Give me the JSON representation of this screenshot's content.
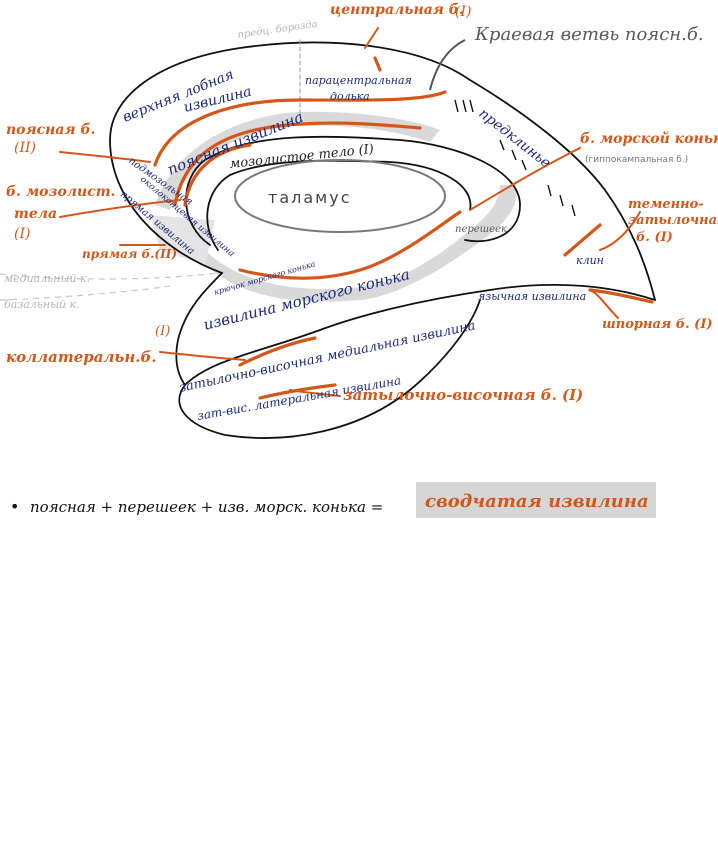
{
  "colors": {
    "ink": "#111111",
    "structure_label": "#1c2a7a",
    "annotation": "#d4571a",
    "highlight": "#d9d9d9",
    "faint": "#b5b5b5"
  },
  "labels": {
    "central_sulcus": "центральная б.",
    "central_num": "(I)",
    "marginal_branch": "Краевая ветвь поясн.б.",
    "cingulate_sulcus": "поясная б.",
    "cingulate_num": "(II)",
    "corpus_callosum_sulcus_1": "б. мозолист.",
    "corpus_callosum_sulcus_2": "тела",
    "corpus_callosum_sulcus_num": "(I)",
    "straight_sulcus": "прямая б.(II)",
    "collateral_sulcus": "коллатеральн.б.",
    "collateral_num": "(I)",
    "occipitotemporal_sulcus": "затылочно-височная б. (I)",
    "hippocampal_sulcus": "б. морской конька",
    "hippocampal_sulcus_note": "(гиппокампальная б.)",
    "parieto_occipital_1": "теменно-",
    "parieto_occipital_2": "затылочная",
    "parieto_occipital_3": "б. (I)",
    "calcarine_sulcus": "шпорная б. (I)"
  },
  "structures": {
    "paracentral_sulcus": "предц. борозда",
    "superior_frontal_gyrus_1": "верхняя лобная",
    "superior_frontal_gyrus_2": "извилина",
    "paracentral_lobule_1": "парацентральная",
    "paracentral_lobule_2": "долька",
    "precuneus": "предклинье",
    "cingulate_gyrus": "поясная извилина",
    "corpus_callosum": "мозолистое тело (I)",
    "thalamus": "таламус",
    "isthmus": "перешеек",
    "cuneus": "клин",
    "parahippocampal_gyrus": "извилина морского конька",
    "lingual_gyrus": "язычная извилина",
    "medial_occipitotemporal_gyrus": "затылочно-височная медиальная извилина",
    "lateral_occipitotemporal_gyrus": "зат-вис. латеральная извилина",
    "subcallosal": "подмозольная",
    "paraterminal_gyrus": "околоконцевая извилина",
    "straight_gyrus": "прямая извилина",
    "uncus": "крючок морского конька",
    "medial_margin": "медиальный к.",
    "basal_margin": "базальный к."
  },
  "note": {
    "bullet": "•",
    "text": "поясная + перешеек + изв. морск. конька =",
    "result": "сводчатая извилина"
  }
}
